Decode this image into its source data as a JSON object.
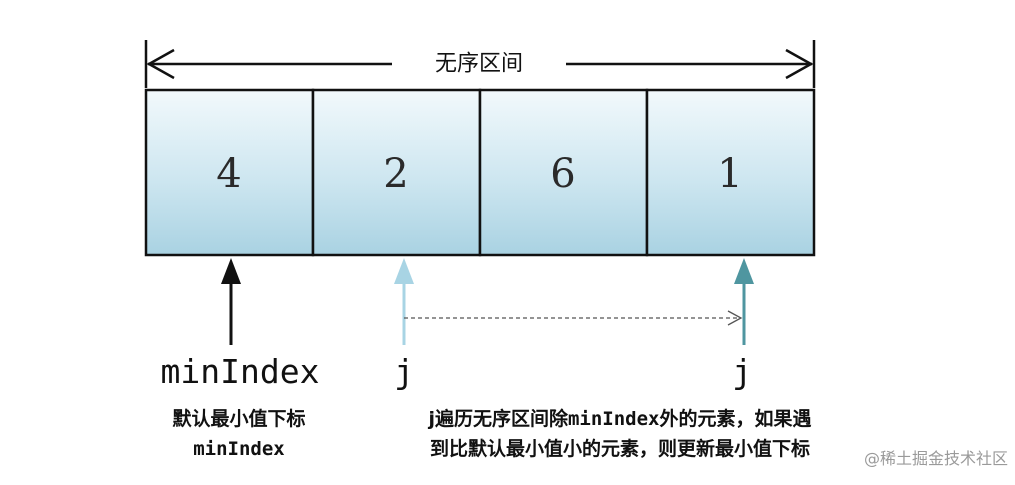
{
  "range_label": "无序区间",
  "cells": [
    "4",
    "2",
    "6",
    "1"
  ],
  "min_index_label": "minIndex",
  "j_label_start": "j",
  "j_label_end": "j",
  "min_index_caption_line1": "默认最小值下标",
  "min_index_caption_line2": "minIndex",
  "j_caption_line1_prefix": "j遍历无序区间除",
  "j_caption_line1_code": "minIndex",
  "j_caption_line1_suffix": "外的元素，如果遇",
  "j_caption_line2": "到比默认最小值小的元素，则更新最小值下标",
  "watermark": "@稀土掘金技术社区",
  "colors": {
    "cell_top": "#f2f9fc",
    "cell_bottom": "#a9d2e2",
    "border": "#111111",
    "j_start_arrow": "#a8d4e4",
    "j_end_arrow": "#4f96a0",
    "min_arrow": "#111111"
  }
}
